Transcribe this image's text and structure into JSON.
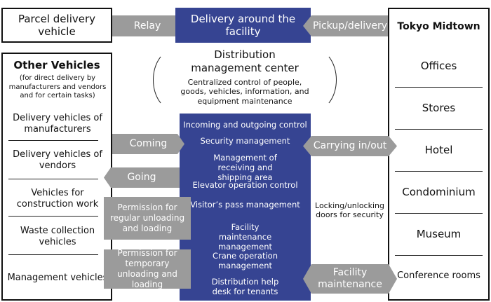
{
  "colors": {
    "primary_blue": "#364492",
    "arrow_gray": "#9b9b9b",
    "border": "#111111"
  },
  "parcel_vehicle": {
    "label": "Parcel delivery vehicle"
  },
  "relay_arrow": {
    "label": "Relay"
  },
  "delivery_around": {
    "label": "Delivery around the facility"
  },
  "pickup_arrow": {
    "label": "Pickup/delivery"
  },
  "tokyo_midtown": {
    "title": "Tokyo Midtown",
    "items": [
      "Offices",
      "Stores",
      "Hotel",
      "Condominium",
      "Museum",
      "Conference rooms"
    ]
  },
  "distribution_center": {
    "title": "Distribution management center",
    "description": "Centralized control of people, goods, vehicles, information, and equipment maintenance"
  },
  "other_vehicles": {
    "title": "Other Vehicles",
    "subtitle": "(for direct delivery by manufacturers and vendors and for certain tasks)",
    "items": [
      "Delivery vehicles of manufacturers",
      "Delivery vehicles of vendors",
      "Vehicles for construction work",
      "Waste collection vehicles",
      "Management vehicles"
    ]
  },
  "left_arrows": {
    "coming": "Coming",
    "going": "Going",
    "permission_regular": "Permission for regular unloading and loading",
    "permission_temporary": "Permission for temporary unloading and loading"
  },
  "center_functions": [
    "Incoming and outgoing control",
    "Security management",
    "Management of receiving and shipping area",
    "Elevator operation control",
    "Visitor’s pass management",
    "Facility maintenance management",
    "Crane operation management",
    "Distribution help desk for tenants"
  ],
  "right_arrows": {
    "carrying": "Carrying in/out",
    "facility_maintenance": "Facility maintenance"
  },
  "locking_note": "Locking/unlocking doors for security"
}
